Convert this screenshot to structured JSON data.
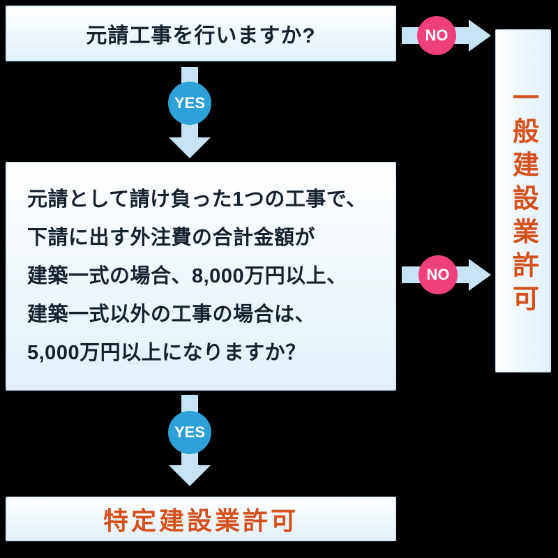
{
  "diagram": {
    "question1": "元請工事を行いますか?",
    "question2": {
      "lines": [
        "元請として請け負った1つの工事で、",
        "下請に出す外注費の合計金額が",
        "建築一式の場合、8,000万円以上、",
        "建築一式以外の工事の場合は、",
        "5,000万円以上になりますか？"
      ]
    },
    "labels": {
      "yes": "YES",
      "no": "NO"
    },
    "results": {
      "general": "一般建設業許可",
      "specific": "特定建設業許可"
    },
    "colors": {
      "background": "#000000",
      "yes_badge": "#2ea2d8",
      "no_badge": "#f0407a",
      "arrow": "#c7e4f4",
      "result_text": "#d4511d",
      "question_text": "#16212e",
      "box_border": "#bcdcee"
    }
  }
}
